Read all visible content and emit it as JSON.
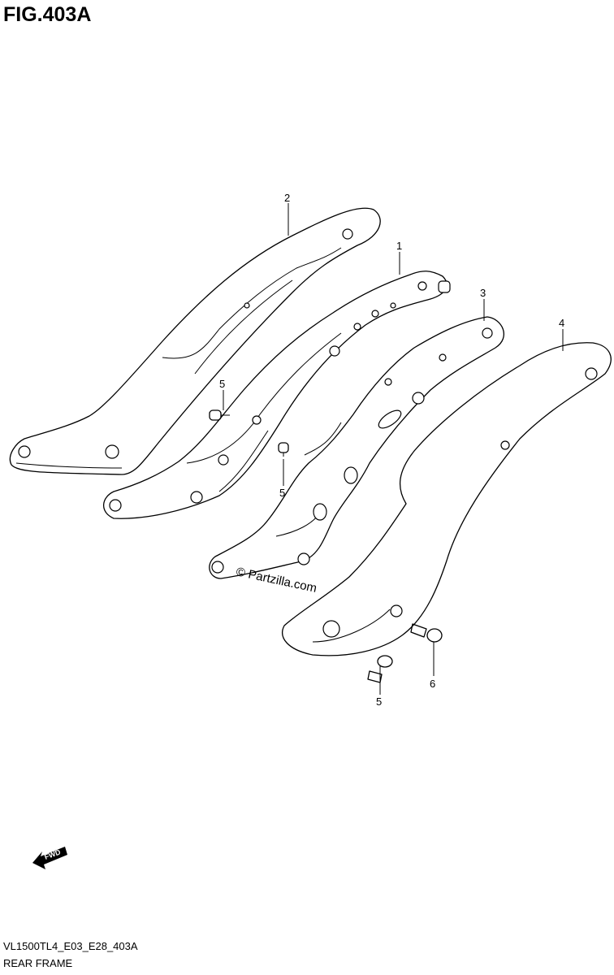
{
  "figure": {
    "title": "FIG.403A",
    "code": "VL1500TL4_E03_E28_403A",
    "name": "REAR FRAME"
  },
  "callouts": {
    "c1": "1",
    "c2": "2",
    "c3": "3",
    "c4": "4",
    "c5a": "5",
    "c5b": "5",
    "c5c": "5",
    "c6": "6"
  },
  "watermark": "© Partzilla.com",
  "fwd_label": "FWD"
}
